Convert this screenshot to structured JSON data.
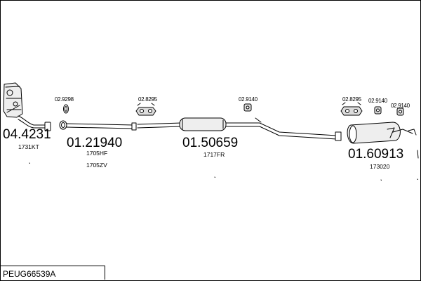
{
  "assembly": {
    "code": "PEUG66539A"
  },
  "parts": {
    "catalyst": {
      "number": "04.4231",
      "ref": "1731KT"
    },
    "front_pipe": {
      "number": "01.21940",
      "ref1": "1705HF",
      "ref2": "1705ZV"
    },
    "middle_silencer": {
      "number": "01.50659",
      "ref": "1717FR"
    },
    "rear_silencer": {
      "number": "01.60913",
      "ref": "173020"
    }
  },
  "accessories": {
    "gasket": "02.9298",
    "clamp_left": "02.8295",
    "mount_middle": "02.9140",
    "clamp_right": "02.8295",
    "mount_right_1": "02.9140",
    "mount_right_2": "02.9140"
  },
  "colors": {
    "line": "#000000",
    "background": "#ffffff"
  }
}
